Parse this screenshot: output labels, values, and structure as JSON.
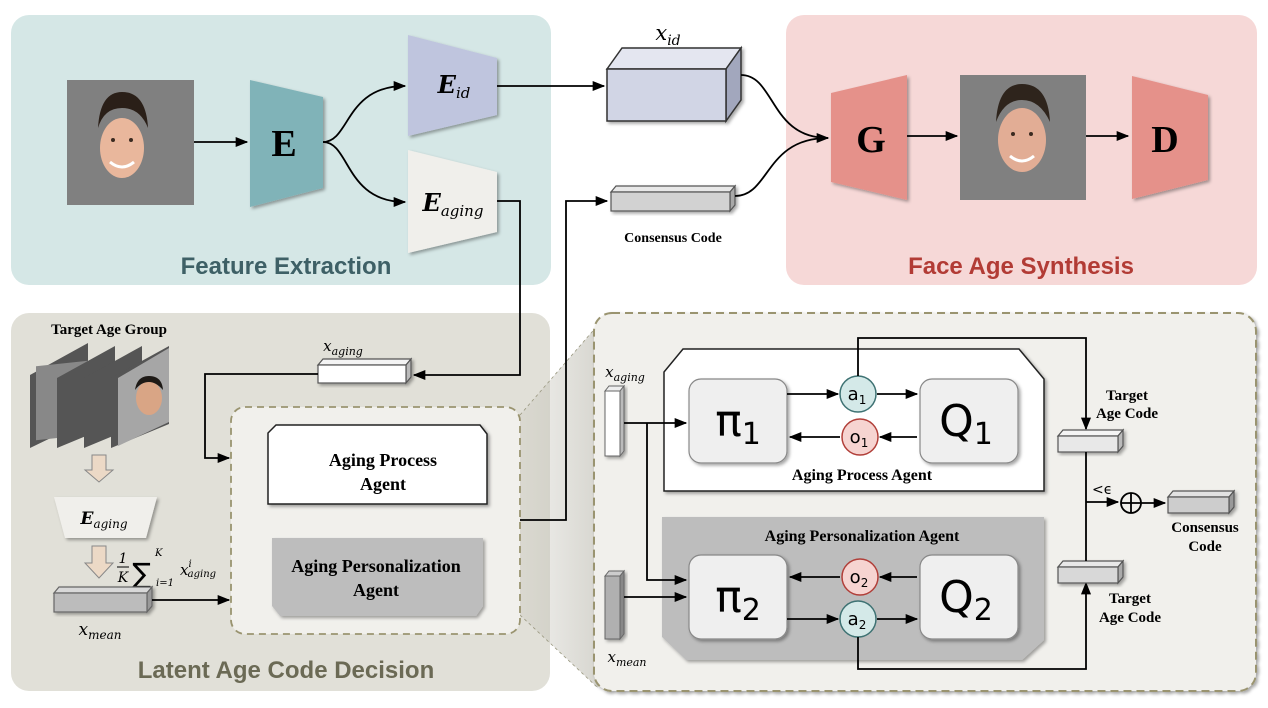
{
  "panels": {
    "feature_extraction": {
      "title": "Feature Extraction",
      "bg": "#d5e7e6",
      "title_color": "#3e6066"
    },
    "face_age_synthesis": {
      "title": "Face Age Synthesis",
      "bg": "#f6d8d7",
      "title_color": "#b23b35"
    },
    "latent_age_code": {
      "title": "Latent Age Code Decision",
      "bg": "#e1e0d8",
      "title_color": "#6b6a55"
    }
  },
  "blocks": {
    "encoder": "E",
    "encoder_id": {
      "main": "E",
      "sub": "id"
    },
    "encoder_aging": {
      "main": "E",
      "sub": "aging"
    },
    "generator": "G",
    "discriminator": "D",
    "x_id": {
      "main": "x",
      "sub": "id"
    },
    "consensus_code_label": "Consensus Code",
    "target_age_group": "Target Age Group",
    "x_aging": {
      "main": "x",
      "sub": "aging"
    },
    "x_mean": {
      "main": "x",
      "sub": "mean"
    },
    "lower_encoder_aging": {
      "main": "E",
      "sub": "aging"
    },
    "mean_formula": {
      "frac_num": "1",
      "frac_den": "K",
      "sum": "∑",
      "upper": "K",
      "lower": "i=1",
      "term": "x",
      "term_sup": "i",
      "term_sub": "aging"
    },
    "aging_process_agent": [
      "Aging Process",
      "Agent"
    ],
    "aging_personalization_agent": [
      "Aging Personalization",
      "Agent"
    ]
  },
  "detail": {
    "x_aging": {
      "main": "x",
      "sub": "aging"
    },
    "x_mean": {
      "main": "x",
      "sub": "mean"
    },
    "pi1": {
      "main": "π",
      "sub": "1"
    },
    "q1": {
      "main": "Q",
      "sub": "1"
    },
    "a1": {
      "main": "a",
      "sub": "1"
    },
    "o1": {
      "main": "o",
      "sub": "1"
    },
    "pi2": {
      "main": "π",
      "sub": "2"
    },
    "q2": {
      "main": "Q",
      "sub": "2"
    },
    "a2": {
      "main": "a",
      "sub": "2"
    },
    "o2": {
      "main": "o",
      "sub": "2"
    },
    "process_agent_label": "Aging Process Agent",
    "personalization_agent_label": "Aging Personalization Agent",
    "target_age_code_top": [
      "Target",
      "Age Code"
    ],
    "target_age_code_bottom": [
      "Target",
      "Age Code"
    ],
    "threshold": "<ϵ",
    "combine_symbol": "⊕",
    "consensus_code": [
      "Consensus",
      "Code"
    ]
  },
  "colors": {
    "encoder": "#80b3b8",
    "encoder_id": "#bfc5de",
    "encoder_aging": "#f0efeb",
    "gan_block": "#e5918a",
    "x_id_box": "#d1d5e5",
    "action_node": "#d4e9e8",
    "action_stroke": "#3e7273",
    "obs_node": "#f6d4d1",
    "obs_stroke": "#b13f39"
  }
}
